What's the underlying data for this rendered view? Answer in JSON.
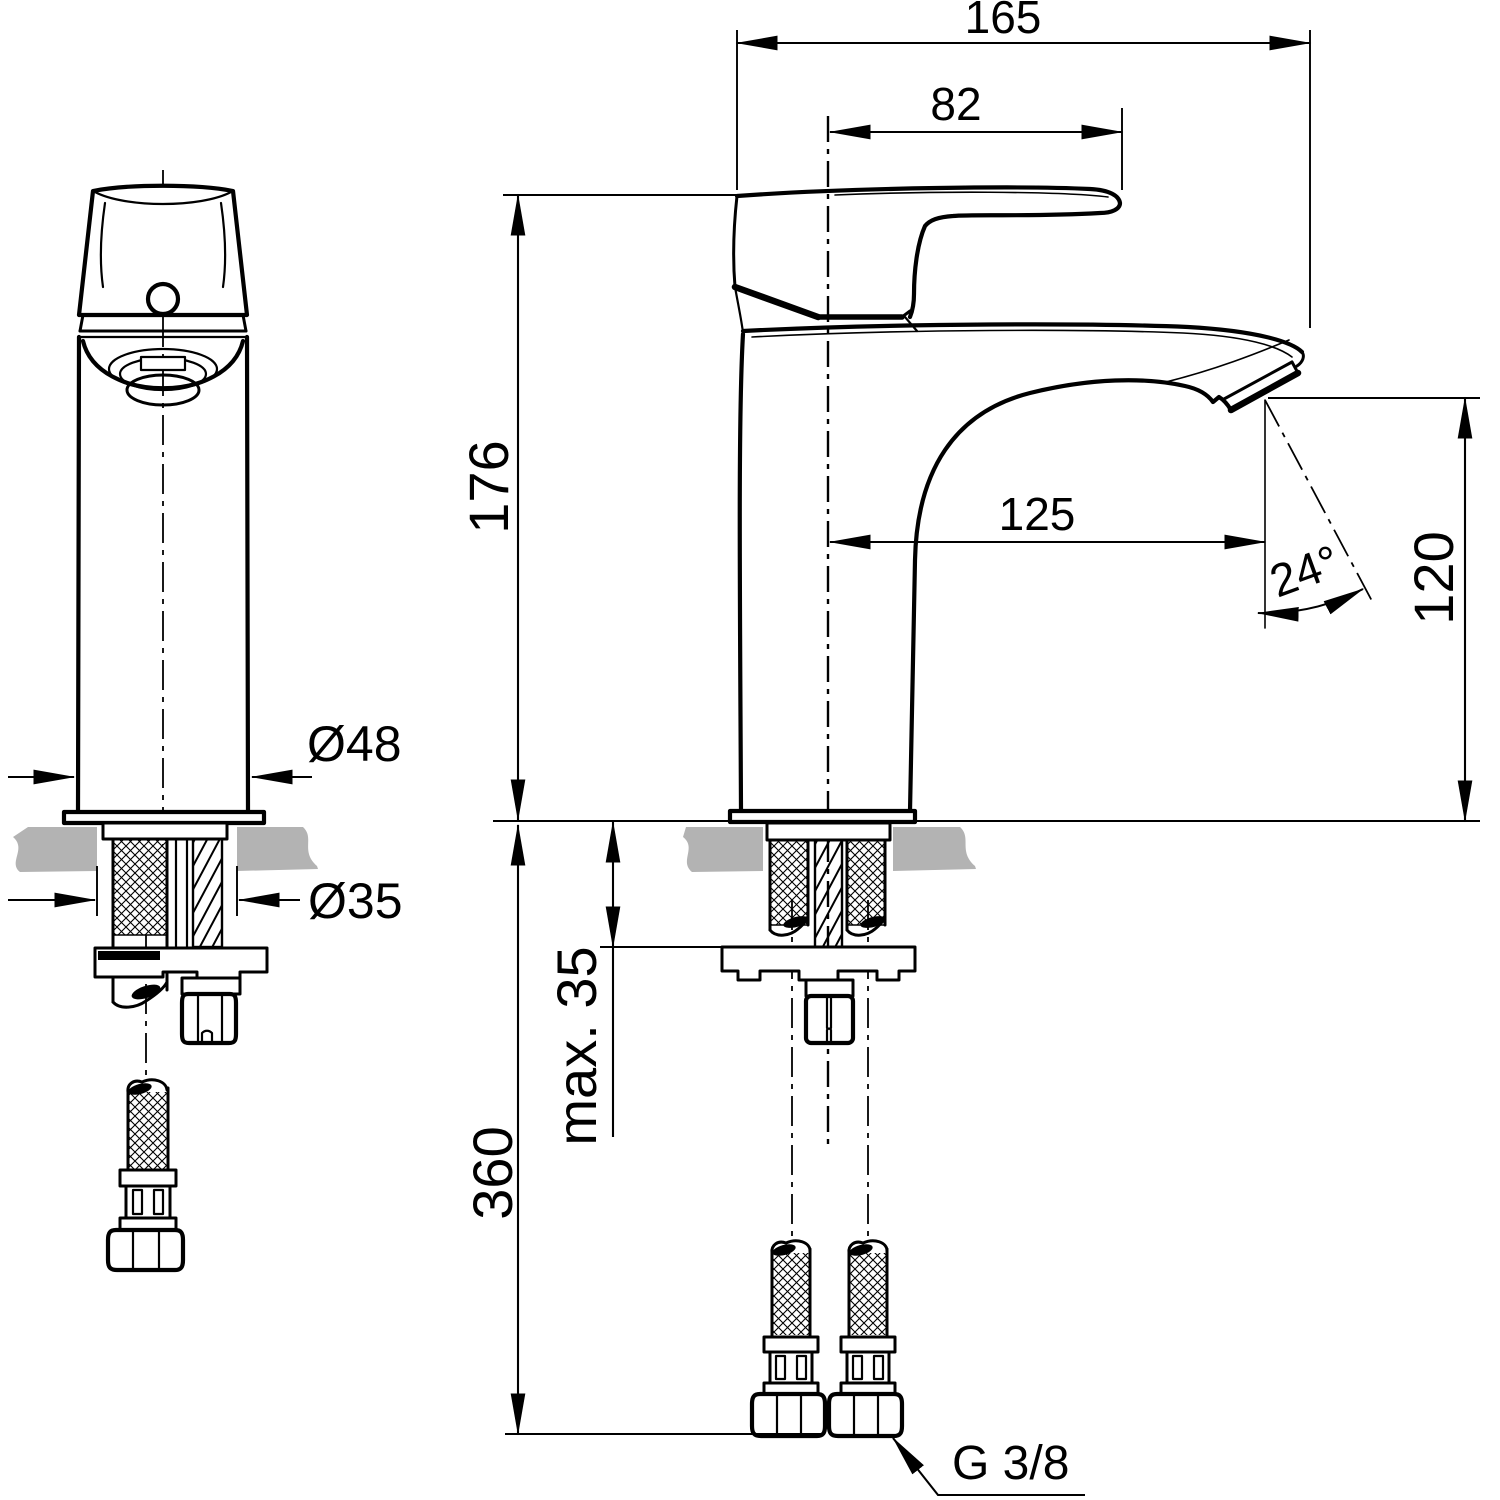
{
  "drawing": {
    "colors": {
      "line": "#000000",
      "countertop_fill": "#b3b3b3",
      "background": "#ffffff"
    }
  },
  "dimensions": {
    "overall_depth": "165",
    "handle_length": "82",
    "body_height": "176",
    "spout_reach": "125",
    "spout_angle": "24°",
    "outlet_height": "120",
    "body_diameter": "Ø48",
    "mounting_hole_diameter": "Ø35",
    "max_deck_thickness": "max. 35",
    "supply_hose_drop": "360",
    "supply_connection_thread": "G 3/8"
  }
}
